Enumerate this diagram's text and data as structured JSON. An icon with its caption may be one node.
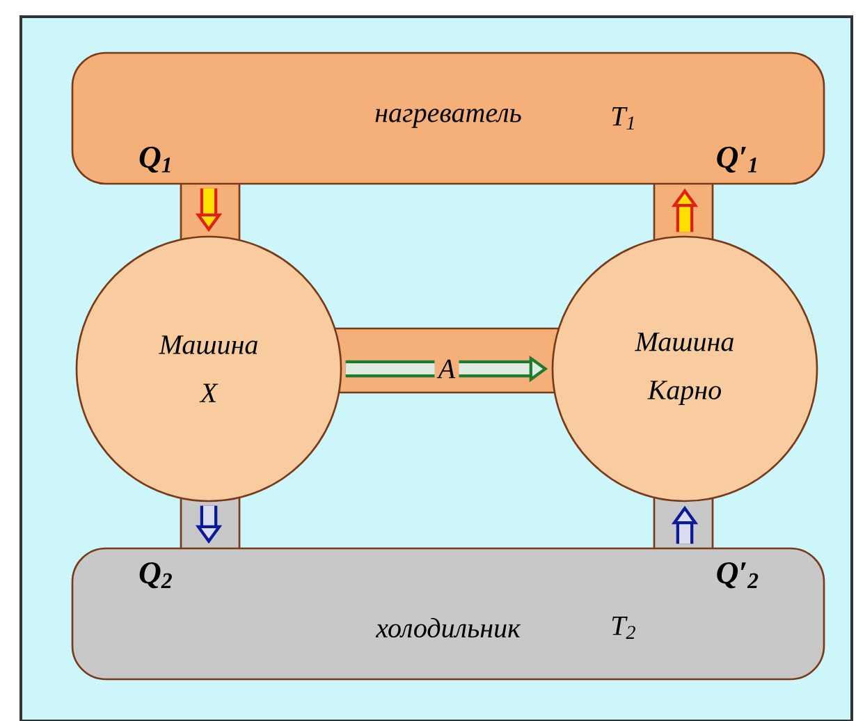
{
  "diagram": {
    "nodes": [
      {
        "text": [
          "нагреватель",
          "T$_{1}$"
        ]
      },
      {
        "text": [
          "Машина X"
        ]
      },
      {
        "text": [
          "Машина Карно"
        ]
      },
      {
        "text": [
          "холодильник",
          "T$_{2}$"
        ]
      }
    ],
    "edges": [
      {
        "from": 0,
        "to": 1,
        "arrow": "to",
        "label": "Q$_{1}$",
        "color": "#e02010"
      },
      {
        "from": 2,
        "to": 0,
        "arrow": "to",
        "label": "Q′$_{1}$",
        "color": "#e02010"
      },
      {
        "from": 1,
        "to": 2,
        "arrow": "to",
        "label": "A",
        "color": "#207a30"
      },
      {
        "from": 1,
        "to": 3,
        "arrow": "to",
        "label": "Q$_{2}$",
        "color": "#0a1a9a"
      },
      {
        "from": 3,
        "to": 2,
        "arrow": "to",
        "label": "Q′$_{2}$",
        "color": "#0a1a9a"
      }
    ]
  }
}
